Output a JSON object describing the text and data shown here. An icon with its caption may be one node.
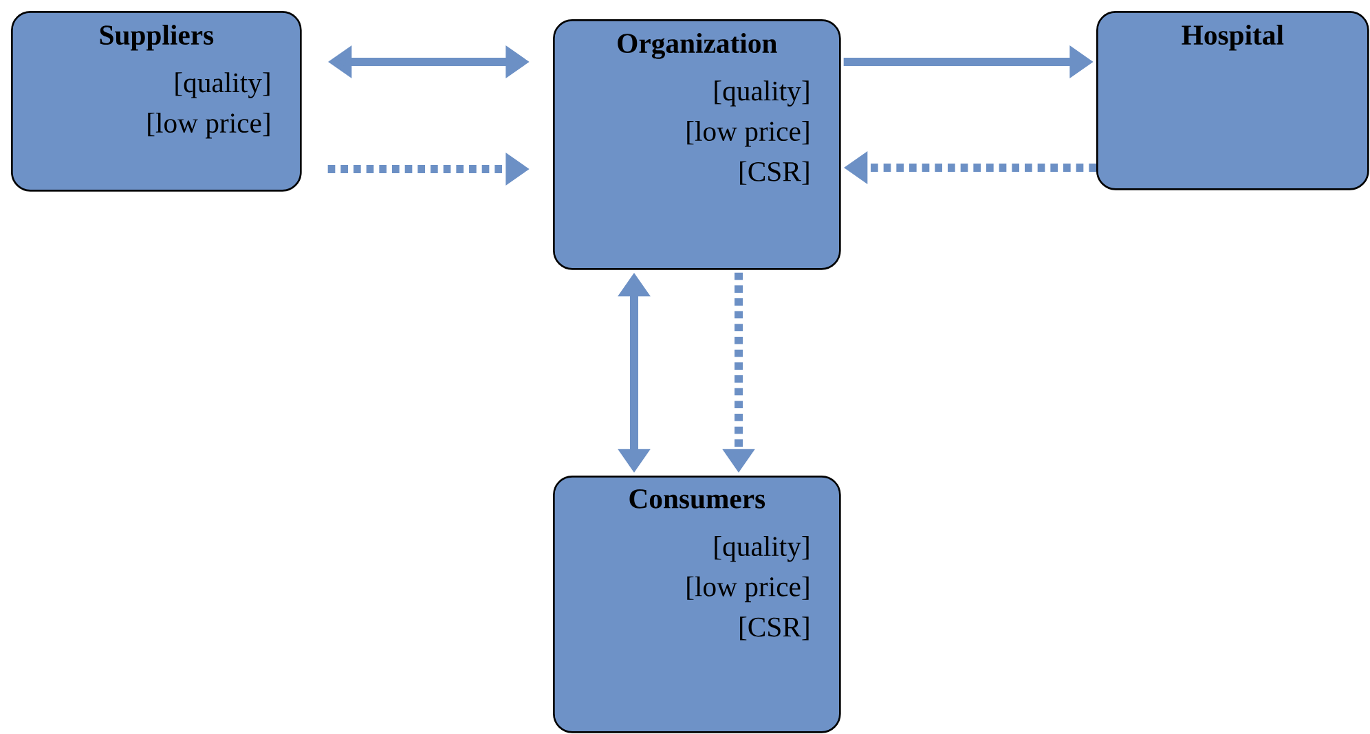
{
  "diagram": {
    "nodes": [
      {
        "text": [
          "Suppliers",
          "[quality]",
          "[low price]"
        ]
      },
      {
        "text": [
          "Organization",
          "[quality]",
          "[low price]",
          "[CSR]"
        ]
      },
      {
        "text": [
          "Hospital"
        ]
      },
      {
        "text": [
          "Consumers",
          "[quality]",
          "[low price]",
          "[CSR]"
        ]
      }
    ],
    "edges": [
      {
        "from": 0,
        "to": 1,
        "arrow": "both"
      },
      {
        "from": 0,
        "to": 1,
        "arrow": "to",
        "style": "dashed"
      },
      {
        "from": 1,
        "to": 2,
        "arrow": "to"
      },
      {
        "from": 2,
        "to": 1,
        "arrow": "to",
        "style": "dashed"
      },
      {
        "from": 1,
        "to": 3,
        "arrow": "both"
      },
      {
        "from": 1,
        "to": 3,
        "arrow": "to",
        "style": "dashed"
      }
    ]
  }
}
